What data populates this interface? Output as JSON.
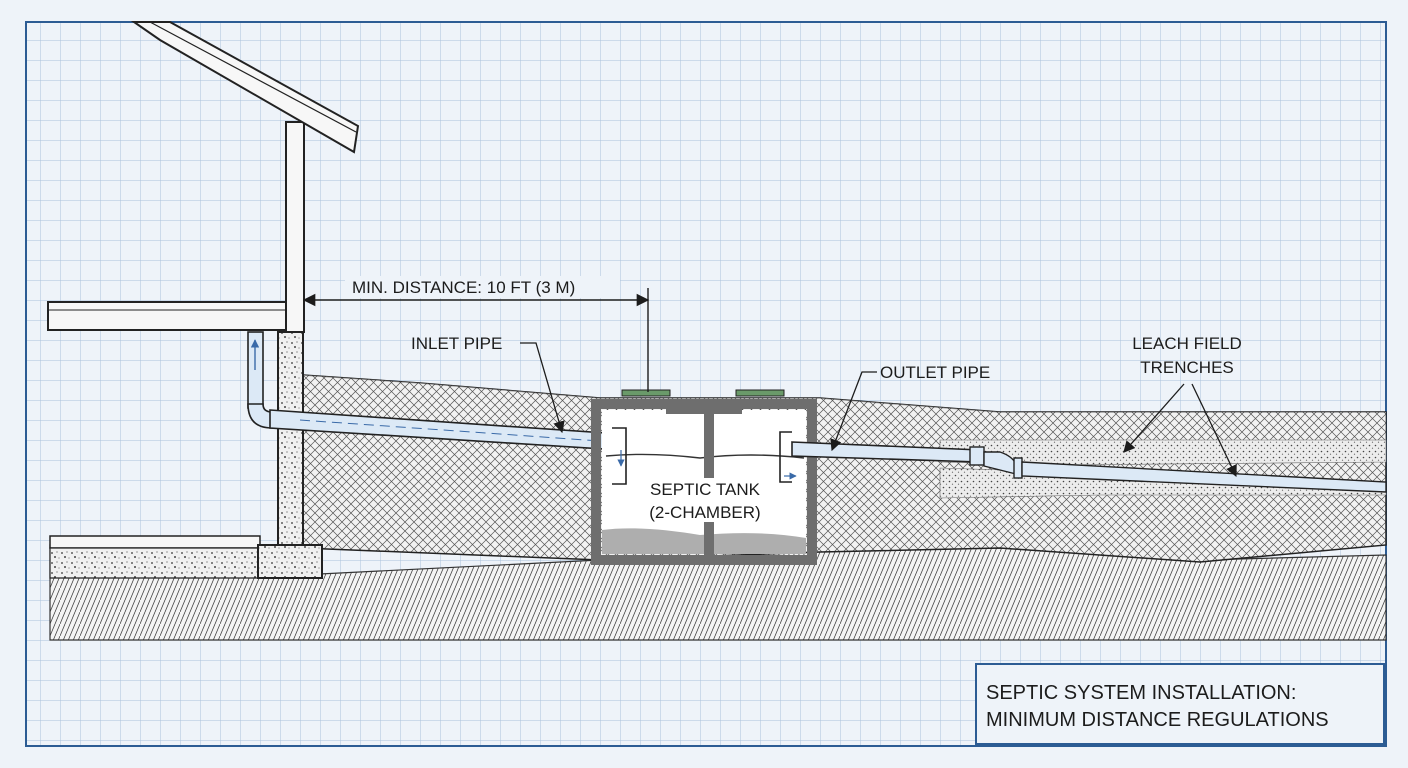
{
  "labels": {
    "min_distance": "MIN. DISTANCE: 10 FT (3 M)",
    "inlet_pipe": "INLET PIPE",
    "outlet_pipe": "OUTLET PIPE",
    "leach_field_line1": "LEACH FIELD",
    "leach_field_line2": "TRENCHES",
    "tank_line1": "SEPTIC TANK",
    "tank_line2": "(2-CHAMBER)"
  },
  "title_block": {
    "line1": "SEPTIC SYSTEM INSTALLATION:",
    "line2": "MINIMUM DISTANCE REGULATIONS"
  },
  "colors": {
    "background": "#eef3f9",
    "grid": "#aac2dc",
    "border": "#2c5c94",
    "ink": "#1c1c1c",
    "pipe": "#dce9f6",
    "lid": "#6a9a6a",
    "tank_wall": "#6e6e6e",
    "flow_arrow": "#3a6aa8"
  }
}
